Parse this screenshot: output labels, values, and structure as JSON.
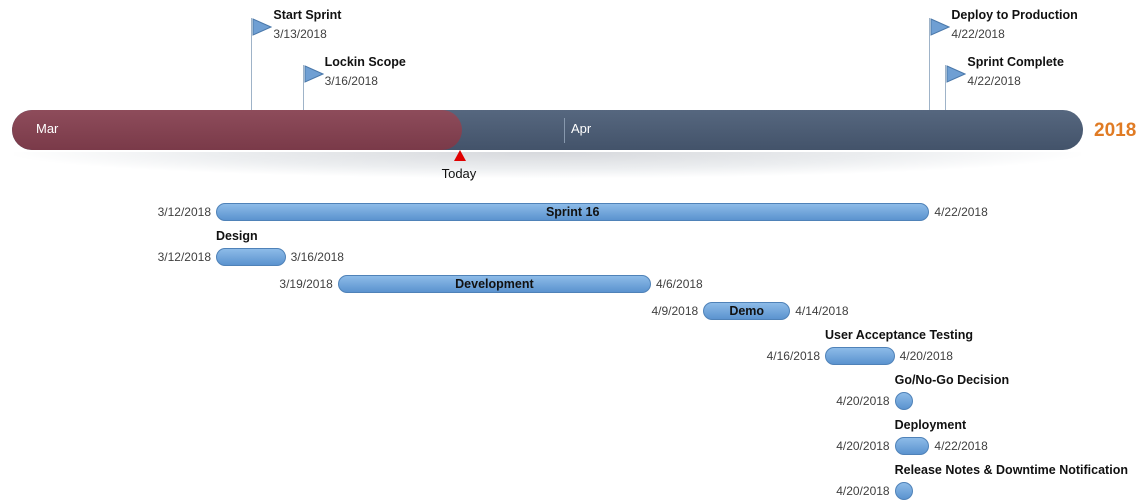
{
  "chart_data": {
    "type": "gantt",
    "year_label": "2018",
    "months": [
      "Mar",
      "Apr"
    ],
    "today_label": "Today",
    "today_date": "2018-03-26",
    "colors": {
      "elapsed": "#7f4050",
      "remaining": "#4a5a72",
      "task_bar": "#6aa2da",
      "year_text": "#e07b24",
      "today_marker": "#e00000"
    },
    "milestones": [
      {
        "title": "Start Sprint",
        "date": "3/13/2018"
      },
      {
        "title": "Lockin Scope",
        "date": "3/16/2018"
      },
      {
        "title": "Deploy to Production",
        "date": "4/22/2018"
      },
      {
        "title": "Sprint Complete",
        "date": "4/22/2018"
      }
    ],
    "tasks": [
      {
        "title": "Sprint 16",
        "start": "3/12/2018",
        "end": "4/22/2018"
      },
      {
        "title": "Design",
        "start": "3/12/2018",
        "end": "3/16/2018"
      },
      {
        "title": "Development",
        "start": "3/19/2018",
        "end": "4/6/2018"
      },
      {
        "title": "Demo",
        "start": "4/9/2018",
        "end": "4/14/2018"
      },
      {
        "title": "User Acceptance Testing",
        "start": "4/16/2018",
        "end": "4/20/2018"
      },
      {
        "title": "Go/No-Go Decision",
        "start": "4/20/2018",
        "end": "4/20/2018"
      },
      {
        "title": "Deployment",
        "start": "4/20/2018",
        "end": "4/22/2018"
      },
      {
        "title": "Release Notes & Downtime Notification",
        "start": "4/20/2018",
        "end": "4/20/2018"
      }
    ]
  }
}
